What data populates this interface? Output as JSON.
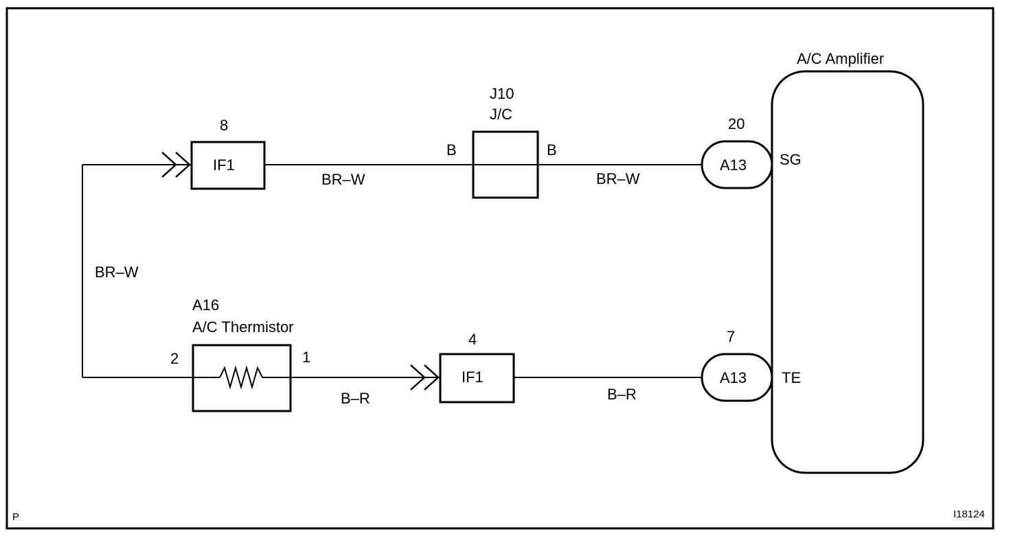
{
  "amplifier": {
    "title": "A/C Amplifier",
    "terminal_sg": "SG",
    "terminal_te": "TE"
  },
  "connectors": {
    "if1_top": {
      "label": "IF1",
      "pin": "8"
    },
    "if1_bottom": {
      "label": "IF1",
      "pin": "4"
    },
    "a13_top": {
      "label": "A13",
      "pin": "20"
    },
    "a13_bottom": {
      "label": "A13",
      "pin": "7"
    }
  },
  "junction": {
    "id": "J10",
    "name": "J/C",
    "left_pin": "B",
    "right_pin": "B"
  },
  "thermistor": {
    "id": "A16",
    "name": "A/C Thermistor",
    "pin_left": "2",
    "pin_right": "1"
  },
  "wires": {
    "top_left": "BR–W",
    "top_right": "BR–W",
    "vertical": "BR–W",
    "bottom_left": "B–R",
    "bottom_right": "B–R"
  },
  "footer": {
    "corner_mark": "P",
    "figure_id": "I18124"
  }
}
